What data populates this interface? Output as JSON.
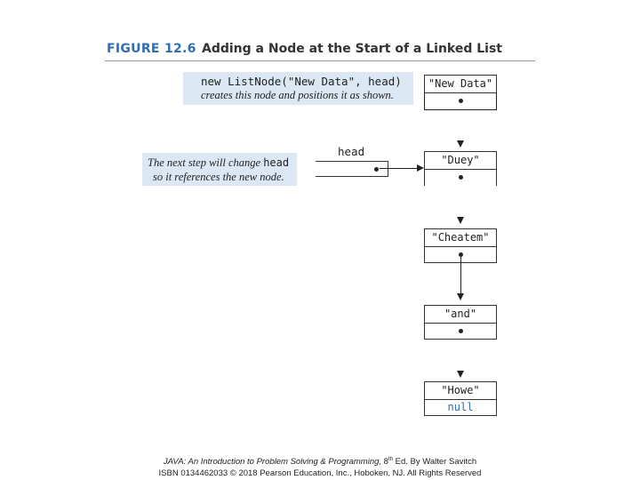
{
  "figure": {
    "label": "FIGURE 12.6",
    "title": "Adding a Node at the Start of a Linked List"
  },
  "callout_top": {
    "code": "new ListNode(\"New Data\", head)",
    "note": "creates this node and positions it as shown."
  },
  "callout_mid": {
    "line1_before": "The next step will change ",
    "line1_code": "head",
    "line2": "so it references the new node."
  },
  "head_label": "head",
  "nodes": [
    {
      "value": "\"New Data\"",
      "link": "reference"
    },
    {
      "value": "\"Duey\"",
      "link": "reference"
    },
    {
      "value": "\"Cheatem\"",
      "link": "reference"
    },
    {
      "value": "\"and\"",
      "link": "reference"
    },
    {
      "value": "\"Howe\"",
      "link": "null"
    }
  ],
  "null_label": "null",
  "footer": {
    "line1_title": "JAVA: An Introduction to Problem Solving & Programming,",
    "line1_edition_num": "8",
    "line1_edition_sup": "th",
    "line1_rest": "Ed. By Walter Savitch",
    "line2": "ISBN 0134462033 © 2018 Pearson Education, Inc., Hoboken, NJ. All Rights Reserved"
  },
  "colors": {
    "accent": "#2f6db5",
    "callout_bg": "#dbe7f3",
    "ink": "#222222"
  }
}
